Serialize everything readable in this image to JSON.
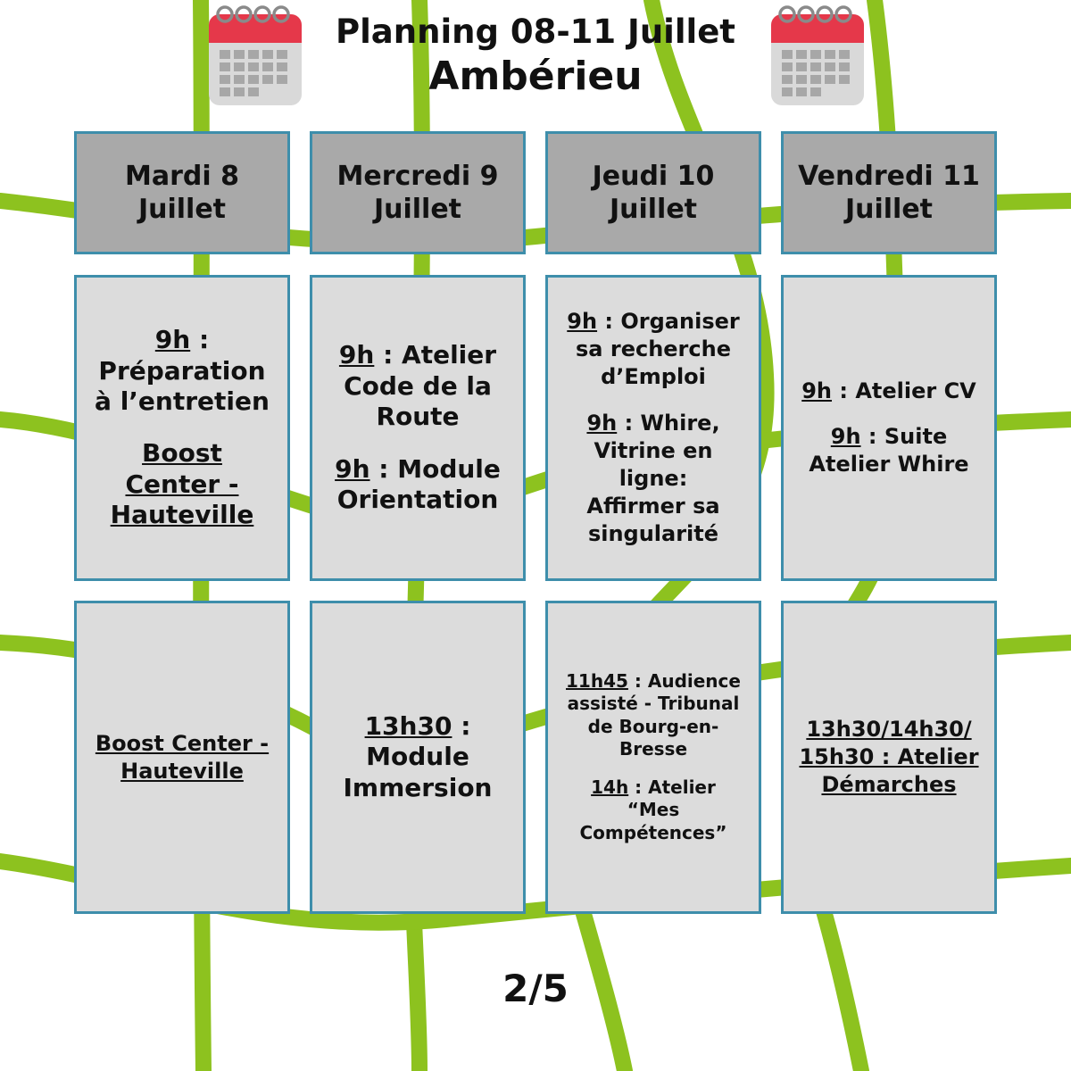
{
  "header": {
    "title": "Planning 08-11 Juillet",
    "subtitle": "Ambérieu"
  },
  "icons": {
    "calendar": "calendar-icon"
  },
  "colors": {
    "lines": "#8dc21f",
    "cell_border": "#3e8eab",
    "day_header_bg": "#a9a9a9",
    "slot_bg": "#dcdcdc",
    "calendar_red": "#e5384a",
    "calendar_gray": "#a7a7a7"
  },
  "days": [
    {
      "line1": "Mardi 8",
      "line2": "Juillet",
      "morning": {
        "time": "9h",
        "text1": " :",
        "text2": "Préparation",
        "text3": "à l’entretien",
        "place1": "Boost",
        "place2": "Center -",
        "place3": "Hauteville"
      },
      "afternoon": {
        "place1": "Boost Center -",
        "place2": "Hauteville"
      }
    },
    {
      "line1": "Mercredi 9",
      "line2": "Juillet",
      "morning": {
        "a_time": "9h",
        "a_text1": " : Atelier",
        "a_text2": "Code de la",
        "a_text3": "Route",
        "b_time": "9h",
        "b_text1": " : Module",
        "b_text2": "Orientation"
      },
      "afternoon": {
        "time": "13h30",
        "text1": " :",
        "text2": "Module",
        "text3": "Immersion"
      }
    },
    {
      "line1": "Jeudi 10",
      "line2": "Juillet",
      "morning": {
        "a_time": "9h",
        "a_text1": " : Organiser",
        "a_text2": "sa recherche",
        "a_text3": "d’Emploi",
        "b_time": "9h",
        "b_text1": " : Whire,",
        "b_text2": "Vitrine en",
        "b_text3": "ligne:",
        "b_text4": "Affirmer sa",
        "b_text5": "singularité"
      },
      "afternoon": {
        "a_time": "11h45",
        "a_text1": " : Audience",
        "a_text2": "assisté - Tribunal",
        "a_text3": "de Bourg-en-",
        "a_text4": "Bresse",
        "b_time": "14h",
        "b_text1": " : Atelier",
        "b_text2": "“Mes",
        "b_text3": "Compétences”"
      }
    },
    {
      "line1": "Vendredi 11",
      "line2": "Juillet",
      "morning": {
        "a_time": "9h",
        "a_text1": " : Atelier CV",
        "b_time": "9h",
        "b_text1": " : Suite",
        "b_text2": "Atelier Whire"
      },
      "afternoon": {
        "line1": "13h30/14h30/",
        "line2": "15h30 : Atelier",
        "line3": "Démarches"
      }
    }
  ],
  "footer": {
    "page": "2/5"
  }
}
